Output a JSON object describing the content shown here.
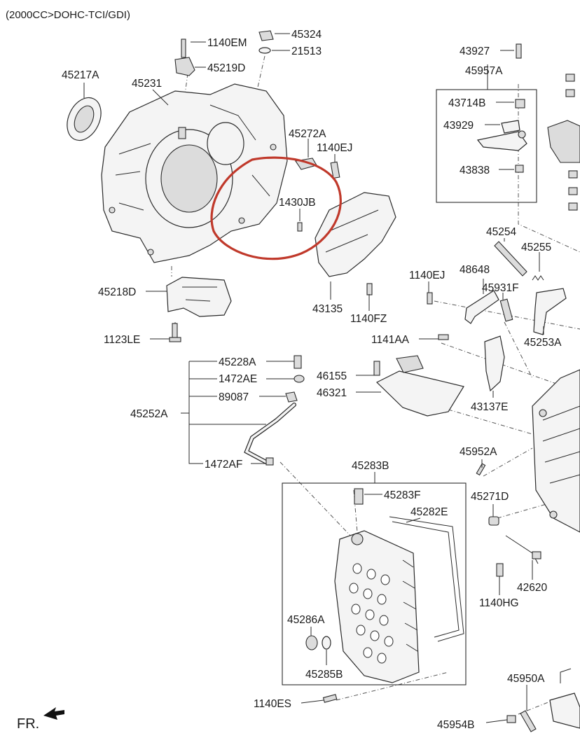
{
  "header": {
    "variant": "(2000CC>DOHC-TCI/GDI)"
  },
  "direction_marker": {
    "text": "FR."
  },
  "highlight_color": "#c0392b",
  "parts": {
    "p1140EM": "1140EM",
    "p45324": "45324",
    "p21513": "21513",
    "p45219D": "45219D",
    "p45217A": "45217A",
    "p45231": "45231",
    "p45272A": "45272A",
    "p1140EJ_a": "1140EJ",
    "p1430JB": "1430JB",
    "p43927": "43927",
    "p45957A": "45957A",
    "p43714B": "43714B",
    "p43929": "43929",
    "p43838": "43838",
    "p45254": "45254",
    "p45255": "45255",
    "p1140EJ_b": "1140EJ",
    "p48648": "48648",
    "p45931F": "45931F",
    "p45218D": "45218D",
    "p43135": "43135",
    "p1140FZ": "1140FZ",
    "p1123LE": "1123LE",
    "p1141AA": "1141AA",
    "p45253A": "45253A",
    "p45228A": "45228A",
    "p1472AE": "1472AE",
    "p89087": "89087",
    "p45252A": "45252A",
    "p46155": "46155",
    "p46321": "46321",
    "p43137E": "43137E",
    "p45952A": "45952A",
    "p1472AF": "1472AF",
    "p45283B": "45283B",
    "p45283F": "45283F",
    "p45282E": "45282E",
    "p45271D": "45271D",
    "p42620": "42620",
    "p1140HG": "1140HG",
    "p45286A": "45286A",
    "p45285B": "45285B",
    "p45950A": "45950A",
    "p1140ES": "1140ES",
    "p45954B": "45954B"
  }
}
